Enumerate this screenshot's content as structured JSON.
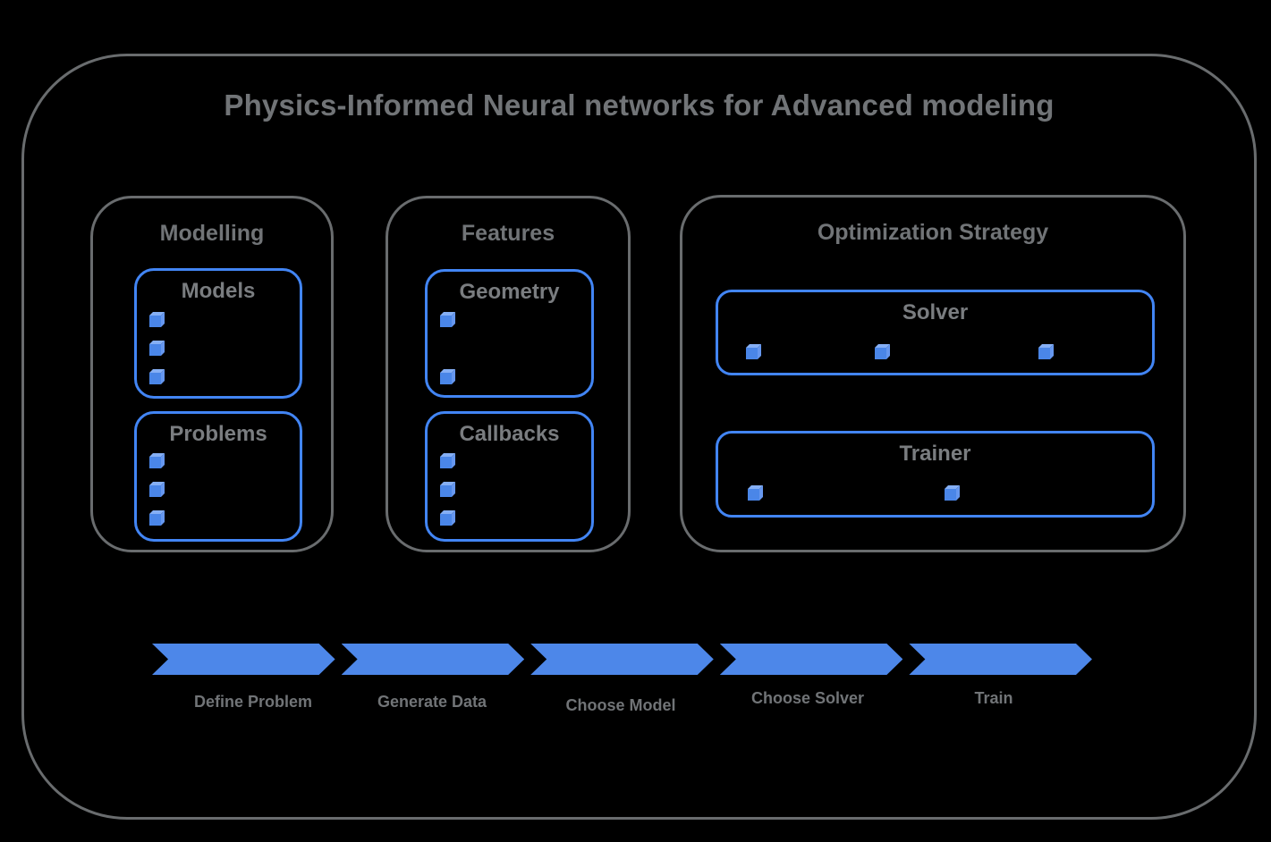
{
  "title": "Physics-Informed Neural networks for Advanced modeling",
  "sections": [
    {
      "title": "Modelling",
      "cards": [
        {
          "title": "Models",
          "bullet_count": 3
        },
        {
          "title": "Problems",
          "bullet_count": 3
        }
      ]
    },
    {
      "title": "Features",
      "cards": [
        {
          "title": "Geometry",
          "bullet_count": 2
        },
        {
          "title": "Callbacks",
          "bullet_count": 3
        }
      ]
    },
    {
      "title": "Optimization Strategy",
      "cards": [
        {
          "title": "Solver",
          "bullet_count": 3
        },
        {
          "title": "Trainer",
          "bullet_count": 2
        }
      ]
    }
  ],
  "pipeline_steps": [
    "Define Problem",
    "Generate Data",
    "Choose Model",
    "Choose Solver",
    "Train"
  ],
  "colors": {
    "accent_blue_fill": "#4d87e9",
    "accent_blue_border": "#4285f4",
    "cube_front": "#4a86e8",
    "cube_top": "#85aff5",
    "cube_side": "#6697ef",
    "outline_gray": "#696c6e",
    "text_gray": "#717477",
    "text_gray_light": "#7a7d80",
    "background": "#000000"
  }
}
